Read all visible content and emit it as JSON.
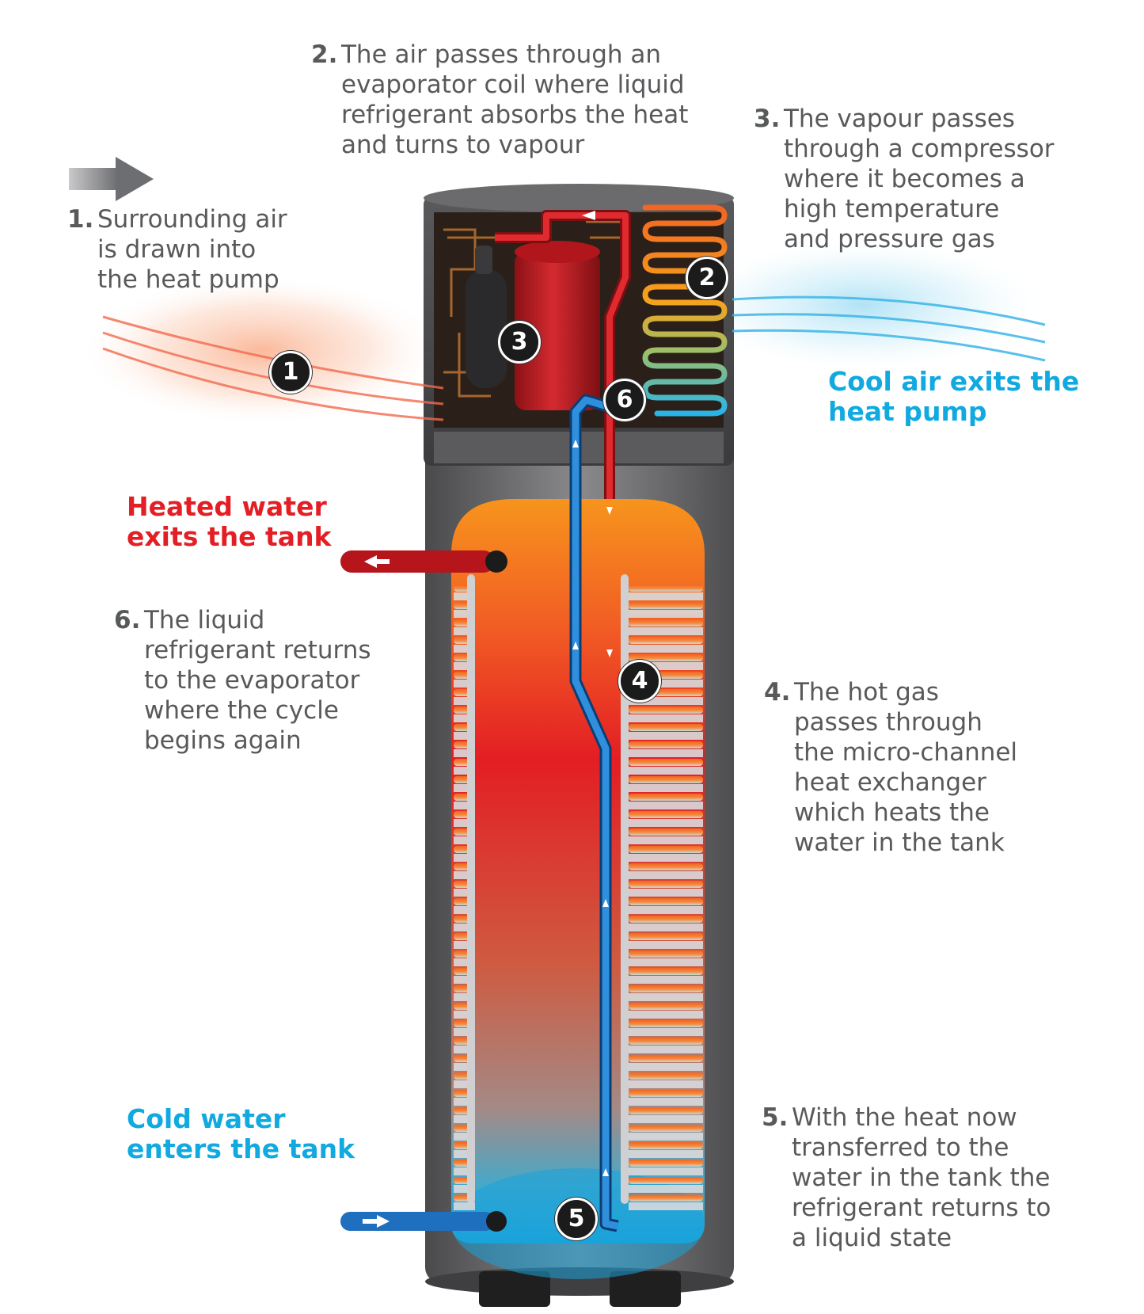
{
  "steps": [
    {
      "num": "1.",
      "text": "Surrounding air\nis drawn into\nthe heat pump"
    },
    {
      "num": "2.",
      "text": "The air passes through an\nevaporator coil where liquid\nrefrigerant absorbs the heat\nand turns to vapour"
    },
    {
      "num": "3.",
      "text": "The vapour passes\nthrough a compressor\nwhere it becomes a\nhigh temperature\nand pressure gas"
    },
    {
      "num": "4.",
      "text": "The hot gas\npasses through\nthe micro-channel\nheat exchanger\nwhich heats the\nwater in the tank"
    },
    {
      "num": "5.",
      "text": "With the heat now\ntransferred to the\nwater in the tank the\nrefrigerant returns to\na liquid state"
    },
    {
      "num": "6.",
      "text": "The liquid\nrefrigerant returns\nto the evaporator\nwhere the cycle\nbegins again"
    }
  ],
  "callouts": {
    "heated_water": "Heated water\nexits the tank",
    "cold_water": "Cold water\nenters the tank",
    "cool_air": "Cool air exits the\nheat pump"
  },
  "markers": [
    "1",
    "2",
    "3",
    "4",
    "5",
    "6"
  ],
  "colors": {
    "text_gray": "#58595b",
    "hot_red": "#e31e24",
    "cool_blue": "#10a9e0",
    "tank_orange": "#f28a1e",
    "pipe_blue": "#1e73c8",
    "housing_gray": "#6e6e70"
  }
}
